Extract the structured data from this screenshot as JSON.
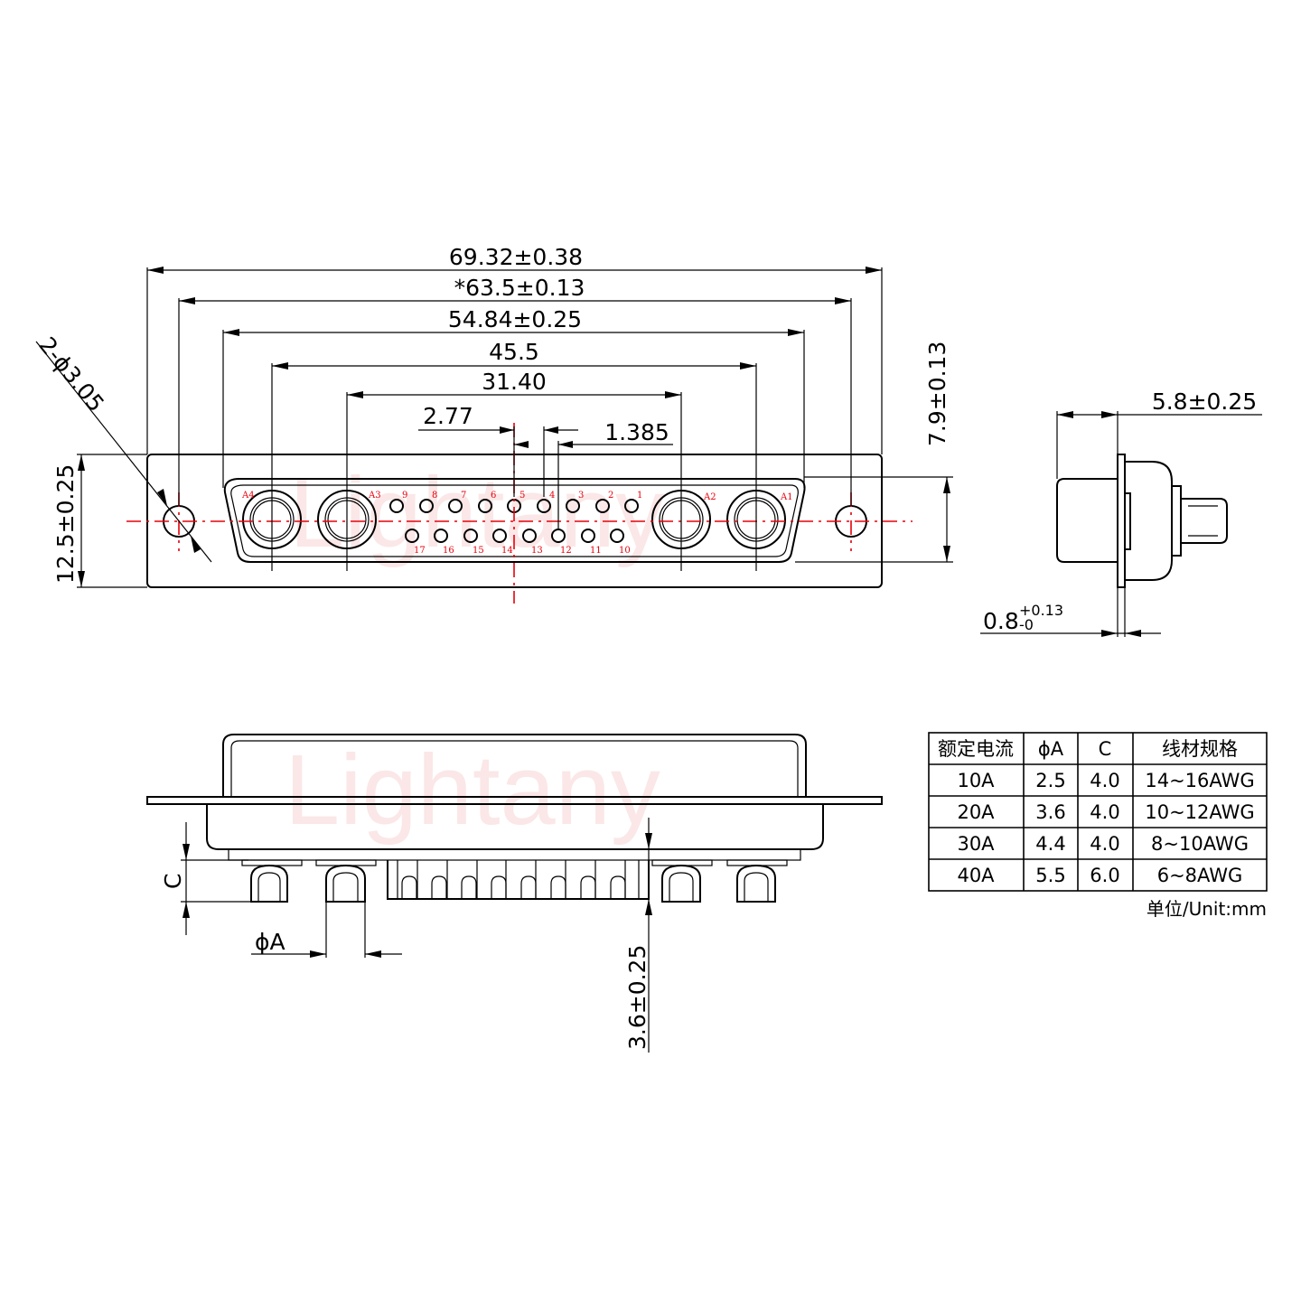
{
  "watermark": "Lightany",
  "front_view": {
    "dim_overall_width": "69.32±0.38",
    "dim_mount_hole_spacing": "*63.5±0.13",
    "dim_shell_width": "54.84±0.25",
    "dim_outer_power_pitch": "45.5",
    "dim_inner_power_pitch": "31.40",
    "dim_pin_pitch": "2.77",
    "dim_half_pitch": "1.385",
    "dim_mount_holes": "2-ϕ3.05",
    "dim_flange_height": "12.5±0.25",
    "dim_shell_height": "7.9±0.13"
  },
  "power_contacts": [
    "A4",
    "A3",
    "A2",
    "A1"
  ],
  "signal_row_top": [
    "9",
    "8",
    "7",
    "6",
    "5",
    "4",
    "3",
    "2",
    "1"
  ],
  "signal_row_bottom": [
    "17",
    "16",
    "15",
    "14",
    "13",
    "12",
    "11",
    "10"
  ],
  "side_view": {
    "dim_depth": "5.8±0.25",
    "dim_flange_thickness_base": "0.8",
    "dim_flange_thickness_tol_upper": "+0.13",
    "dim_flange_thickness_tol_lower": "-0"
  },
  "bottom_view": {
    "label_c": "C",
    "label_phi_a": "ϕA",
    "dim_tail_length": "3.6±0.25"
  },
  "spec_table": {
    "headers": [
      "额定电流",
      "ϕA",
      "C",
      "线材规格"
    ],
    "rows": [
      [
        "10A",
        "2.5",
        "4.0",
        "14~16AWG"
      ],
      [
        "20A",
        "3.6",
        "4.0",
        "10~12AWG"
      ],
      [
        "30A",
        "4.4",
        "4.0",
        "8~10AWG"
      ],
      [
        "40A",
        "5.5",
        "6.0",
        "6~8AWG"
      ]
    ],
    "unit_note": "单位/Unit:mm"
  }
}
